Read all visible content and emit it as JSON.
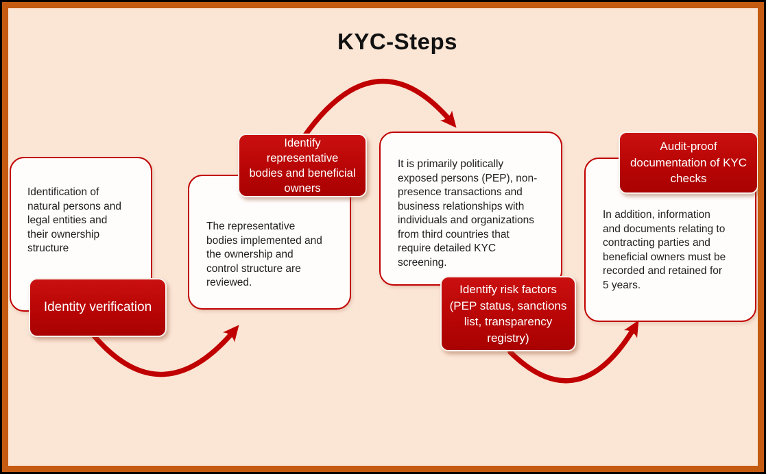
{
  "title": "KYC-Steps",
  "steps": [
    {
      "label": "Identity verification",
      "description": "Identification of\nnatural persons and\nlegal entities and\ntheir ownership\nstructure"
    },
    {
      "label": "Identify\nrepresentative\nbodies and beneficial\nowners",
      "description": "The representative\nbodies implemented and\nthe ownership and\ncontrol structure are\nreviewed."
    },
    {
      "label": "Identify risk factors\n(PEP status, sanctions\nlist, transparency\nregistry)",
      "description": "It is primarily politically\nexposed persons (PEP), non-\npresence transactions and\nbusiness relationships with\nindividuals and organizations\nfrom third countries that\nrequire detailed KYC\nscreening."
    },
    {
      "label": "Audit-proof\ndocumentation of KYC\nchecks",
      "description": "In addition, information\nand documents relating to\ncontracting parties and\nbeneficial owners must be\nrecorded and retained for\n5 years."
    }
  ],
  "colors": {
    "background": "#fbe5d5",
    "frame_outer": "#000000",
    "frame_inner": "#c55a11",
    "accent_red": "#c00000",
    "box_fill": "#fffdfc",
    "label_text": "#ffffff",
    "body_text": "#1e1e1e",
    "title_text": "#111111"
  }
}
